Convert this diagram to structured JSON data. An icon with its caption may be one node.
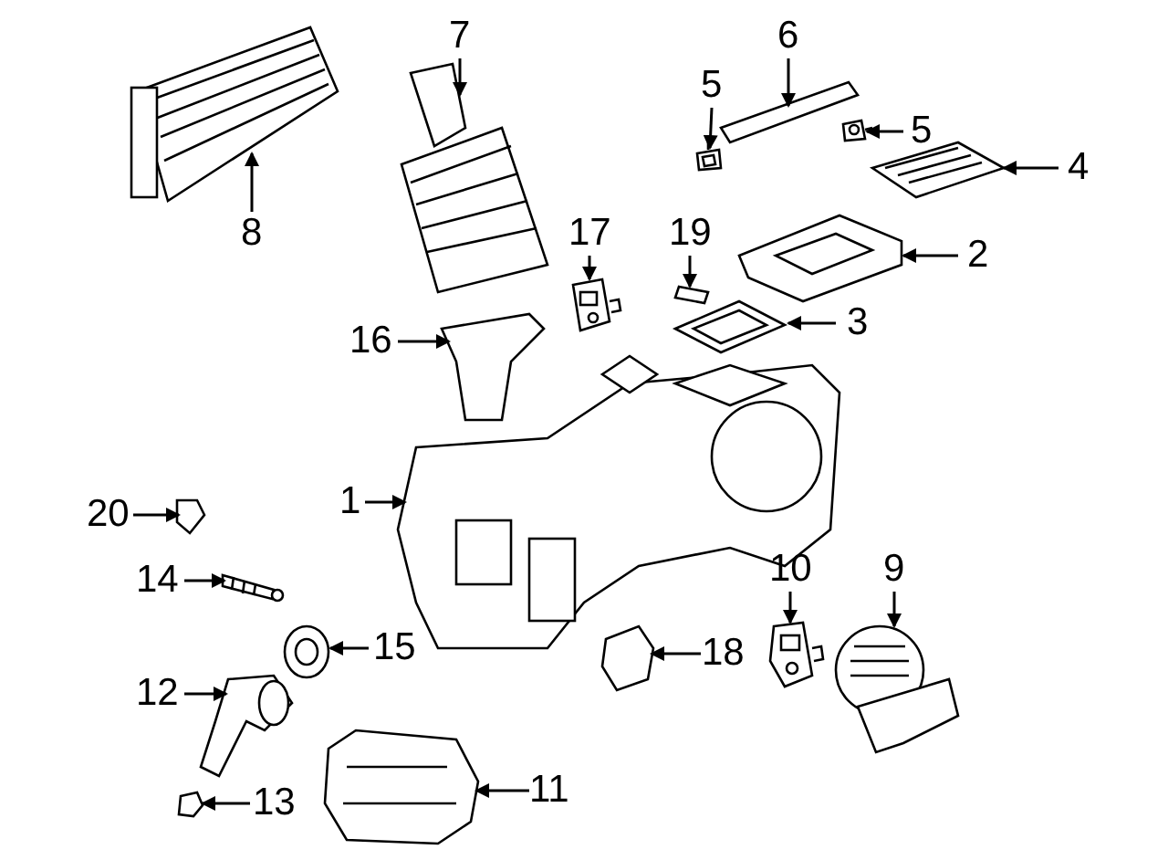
{
  "diagram": {
    "nodes": [
      {
        "text": [
          "7"
        ]
      },
      {
        "text": [
          "6"
        ]
      },
      {
        "text": [
          "5"
        ]
      },
      {
        "text": [
          "5"
        ]
      },
      {
        "text": [
          "4"
        ]
      },
      {
        "text": [
          "17"
        ]
      },
      {
        "text": [
          "19"
        ]
      },
      {
        "text": [
          "8"
        ]
      },
      {
        "text": [
          "2"
        ]
      },
      {
        "text": [
          "3"
        ]
      },
      {
        "text": [
          "16"
        ]
      },
      {
        "text": [
          "1"
        ]
      },
      {
        "text": [
          "20"
        ]
      },
      {
        "text": [
          "10"
        ]
      },
      {
        "text": [
          "9"
        ]
      },
      {
        "text": [
          "14"
        ]
      },
      {
        "text": [
          "15"
        ]
      },
      {
        "text": [
          "18"
        ]
      },
      {
        "text": [
          "12"
        ]
      },
      {
        "text": [
          "11"
        ]
      },
      {
        "text": [
          "13"
        ]
      },
      {
        "text": [],
        "shape": "picture"
      },
      {
        "text": [],
        "shape": "picture"
      },
      {
        "text": [],
        "shape": "picture"
      },
      {
        "text": [],
        "shape": "picture"
      },
      {
        "text": [],
        "shape": "picture"
      },
      {
        "text": [],
        "shape": "picture"
      },
      {
        "text": [],
        "shape": "picture"
      },
      {
        "text": [],
        "shape": "picture"
      },
      {
        "text": [],
        "shape": "picture"
      },
      {
        "text": [],
        "shape": "picture"
      },
      {
        "text": [],
        "shape": "picture"
      },
      {
        "text": [],
        "shape": "picture"
      },
      {
        "text": [],
        "shape": "picture"
      },
      {
        "text": [],
        "shape": "picture"
      },
      {
        "text": [],
        "shape": "picture"
      },
      {
        "text": [],
        "shape": "picture"
      },
      {
        "text": [],
        "shape": "picture"
      },
      {
        "text": [],
        "shape": "picture"
      },
      {
        "text": [],
        "shape": "picture"
      },
      {
        "text": [],
        "shape": "picture"
      },
      {
        "text": [],
        "shape": "picture"
      }
    ],
    "edges": [
      {
        "from": 0,
        "to": 21,
        "arrow": "to"
      },
      {
        "from": 1,
        "to": 22,
        "arrow": "to"
      },
      {
        "from": 2,
        "to": 23,
        "arrow": "to"
      },
      {
        "from": 3,
        "to": 24,
        "arrow": "to"
      },
      {
        "from": 4,
        "to": 25,
        "arrow": "to"
      },
      {
        "from": 5,
        "to": 26,
        "arrow": "to"
      },
      {
        "from": 6,
        "to": 27,
        "arrow": "to"
      },
      {
        "from": 7,
        "to": 28,
        "arrow": "to"
      },
      {
        "from": 8,
        "to": 29,
        "arrow": "to"
      },
      {
        "from": 9,
        "to": 30,
        "arrow": "to"
      },
      {
        "from": 10,
        "to": 31,
        "arrow": "to"
      },
      {
        "from": 11,
        "to": 32,
        "arrow": "to"
      },
      {
        "from": 12,
        "to": 33,
        "arrow": "to"
      },
      {
        "from": 13,
        "to": 34,
        "arrow": "to"
      },
      {
        "from": 14,
        "to": 35,
        "arrow": "to"
      },
      {
        "from": 15,
        "to": 36,
        "arrow": "to"
      },
      {
        "from": 16,
        "to": 37,
        "arrow": "to"
      },
      {
        "from": 17,
        "to": 38,
        "arrow": "to"
      },
      {
        "from": 18,
        "to": 39,
        "arrow": "to"
      },
      {
        "from": 19,
        "to": 40,
        "arrow": "to"
      },
      {
        "from": 20,
        "to": 41,
        "arrow": "to"
      }
    ]
  }
}
